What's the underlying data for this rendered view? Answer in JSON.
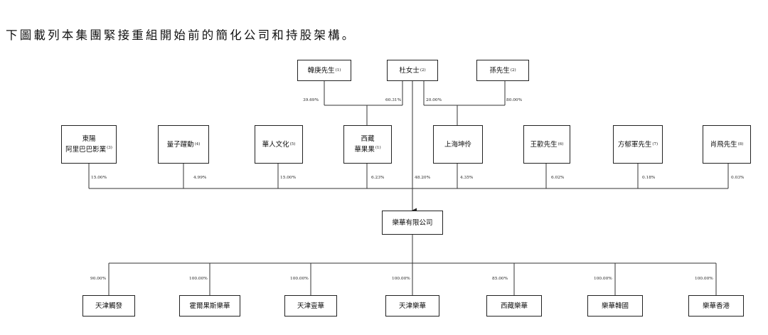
{
  "caption": "下圖載列本集團緊接重組開始前的簡化公司和持股架構。",
  "top_persons": [
    {
      "name": "韓庚先生",
      "note": "(1)"
    },
    {
      "name": "杜女士",
      "note": "(2)"
    },
    {
      "name": "孫先生",
      "note": "(2)"
    }
  ],
  "top_percents": [
    "39.69%",
    "60.31%",
    "20.00%",
    "80.00%"
  ],
  "shareholders": [
    {
      "line1": "東陽",
      "line2": "阿里巴巴影業",
      "note": "(3)",
      "pct": "15.00%"
    },
    {
      "line1": "",
      "line2": "量子躍動",
      "note": "(4)",
      "pct": "4.99%"
    },
    {
      "line1": "",
      "line2": "華人文化",
      "note": "(5)",
      "pct": "15.00%"
    },
    {
      "line1": "西藏",
      "line2": "華果果",
      "note": "(1)",
      "pct": "6.23%"
    },
    {
      "line1": "",
      "line2": "上海坤伶",
      "note": "",
      "pct": "4.35%"
    },
    {
      "line1": "",
      "line2": "王歡先生",
      "note": "(6)",
      "pct": "6.02%"
    },
    {
      "line1": "",
      "line2": "方郁軍先生",
      "note": "(7)",
      "pct": "0.18%"
    },
    {
      "line1": "",
      "line2": "肖飛先生",
      "note": "(8)",
      "pct": "0.03%"
    }
  ],
  "direct_pct": "48.20%",
  "company": "樂華有限公司",
  "subsidiaries": [
    {
      "name": "天津觸發",
      "pct": "90.00%"
    },
    {
      "name": "霍爾果斯樂華",
      "pct": "100.00%"
    },
    {
      "name": "天津壹華",
      "pct": "100.00%"
    },
    {
      "name": "天津樂華",
      "pct": "100.00%"
    },
    {
      "name": "西藏樂華",
      "pct": "85.00%"
    },
    {
      "name": "樂華韓國",
      "pct": "100.00%"
    },
    {
      "name": "樂華香港",
      "pct": "100.00%"
    }
  ]
}
